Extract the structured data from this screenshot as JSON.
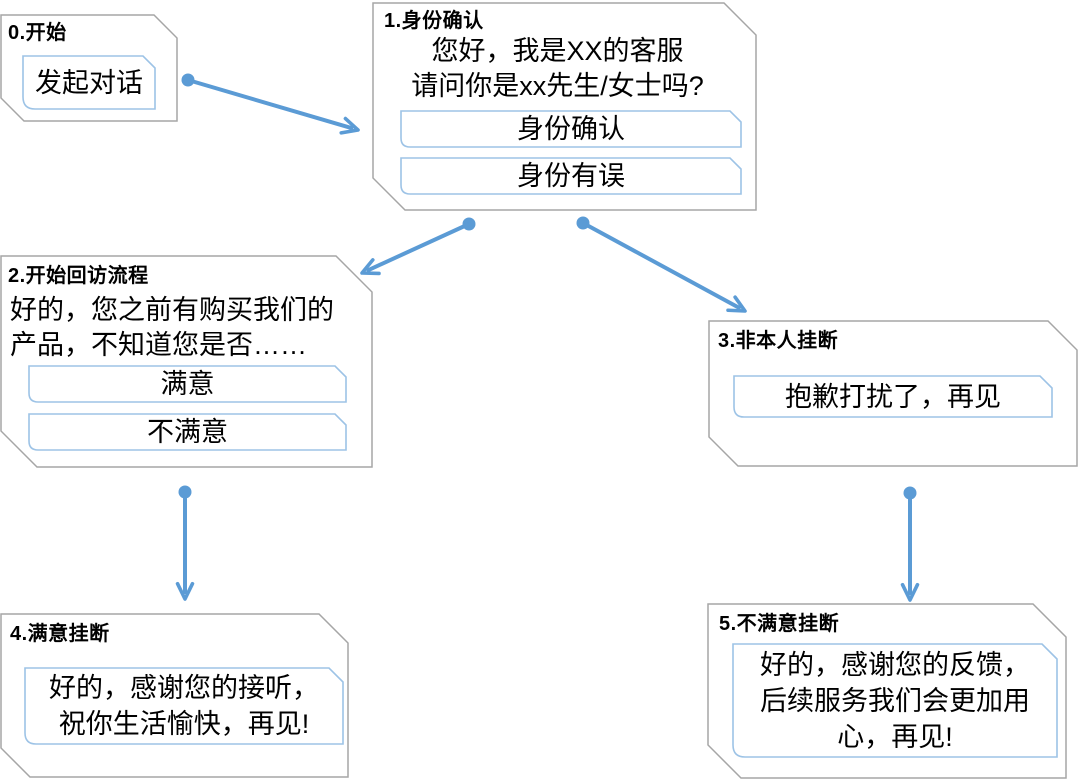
{
  "colors": {
    "connector": "#5B9BD5",
    "node_border": "#A6A6A6",
    "button_border": "#9DC3E6",
    "text": "#000000",
    "background": "#FFFFFF"
  },
  "nodes": {
    "n0": {
      "title": "0.开始",
      "buttons": [
        "发起对话"
      ]
    },
    "n1": {
      "title": "1.身份确认",
      "message": "您好，我是XX的客服\n请问你是xx先生/女士吗?",
      "buttons": [
        "身份确认",
        "身份有误"
      ]
    },
    "n2": {
      "title": "2.开始回访流程",
      "message": "好的，您之前有购买我们的\n产品，不知道您是否……",
      "buttons": [
        "满意",
        "不满意"
      ]
    },
    "n3": {
      "title": "3.非本人挂断",
      "buttons": [
        "抱歉打扰了，再见"
      ]
    },
    "n4": {
      "title": "4.满意挂断",
      "buttons": [
        "好的，感谢您的接听，\n祝你生活愉快，再见!"
      ]
    },
    "n5": {
      "title": "5.不满意挂断",
      "buttons": [
        "好的，感谢您的反馈，\n后续服务我们会更加用\n心，再见!"
      ]
    }
  },
  "connections": [
    {
      "from": "0.开始",
      "to": "1.身份确认"
    },
    {
      "from": "1.身份确认",
      "to": "2.开始回访流程"
    },
    {
      "from": "1.身份确认",
      "to": "3.非本人挂断"
    },
    {
      "from": "2.开始回访流程",
      "to": "4.满意挂断"
    },
    {
      "from": "3.非本人挂断",
      "to": "5.不满意挂断"
    }
  ]
}
